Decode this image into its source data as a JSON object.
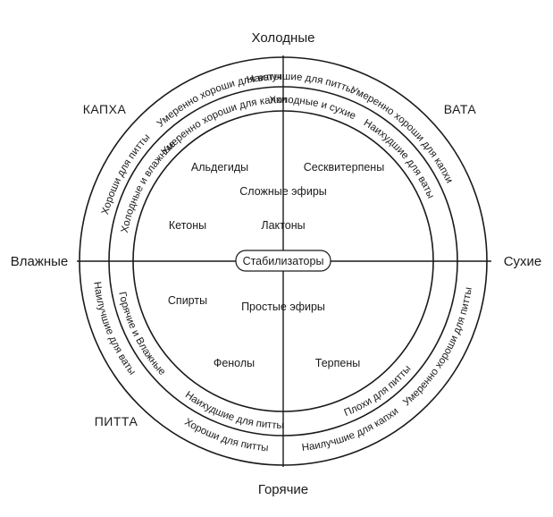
{
  "axes": {
    "top": "Холодные",
    "bottom": "Горячие",
    "left": "Влажные",
    "right": "Сухие"
  },
  "doshas": {
    "kapha": "КАПХА",
    "vata": "ВАТА",
    "pitta": "ПИТТА"
  },
  "center": "Стабилизаторы",
  "inner": {
    "aldehydes": "Альдегиды",
    "sesquiterpenes": "Сесквитерпены",
    "esters": "Сложные эфиры",
    "ketones": "Кетоны",
    "lactones": "Лактоны",
    "alcohols": "Спирты",
    "ethers": "Простые эфиры",
    "phenols": "Фенолы",
    "terpenes": "Терпены"
  },
  "rings": {
    "outer_vata_top": "Наилучшие для питты",
    "outer_vata_side": "Умеренно хороши для капхи",
    "outer_kapha_top": "Умеренно хороши для ваты",
    "outer_kapha_side": "Хороши для питты",
    "outer_pitta_side": "Наилучшие для ваты",
    "outer_pitta_bottom": "Хороши для питты",
    "outer_terp_side": "Умеренно хороши для питты",
    "outer_terp_bottom": "Наилучшие для капхи",
    "mid_vata_top": "Холодные и сухие",
    "mid_vata_side": "Наихудшие для ваты",
    "mid_kapha_top": "Умеренно хороши для капхи",
    "mid_kapha_side": "Холодные и влажные",
    "mid_pitta_side": "Горячие и Влажные",
    "mid_pitta_bottom": "Наихудшие для питты",
    "mid_terp": "Плохи для питты"
  }
}
